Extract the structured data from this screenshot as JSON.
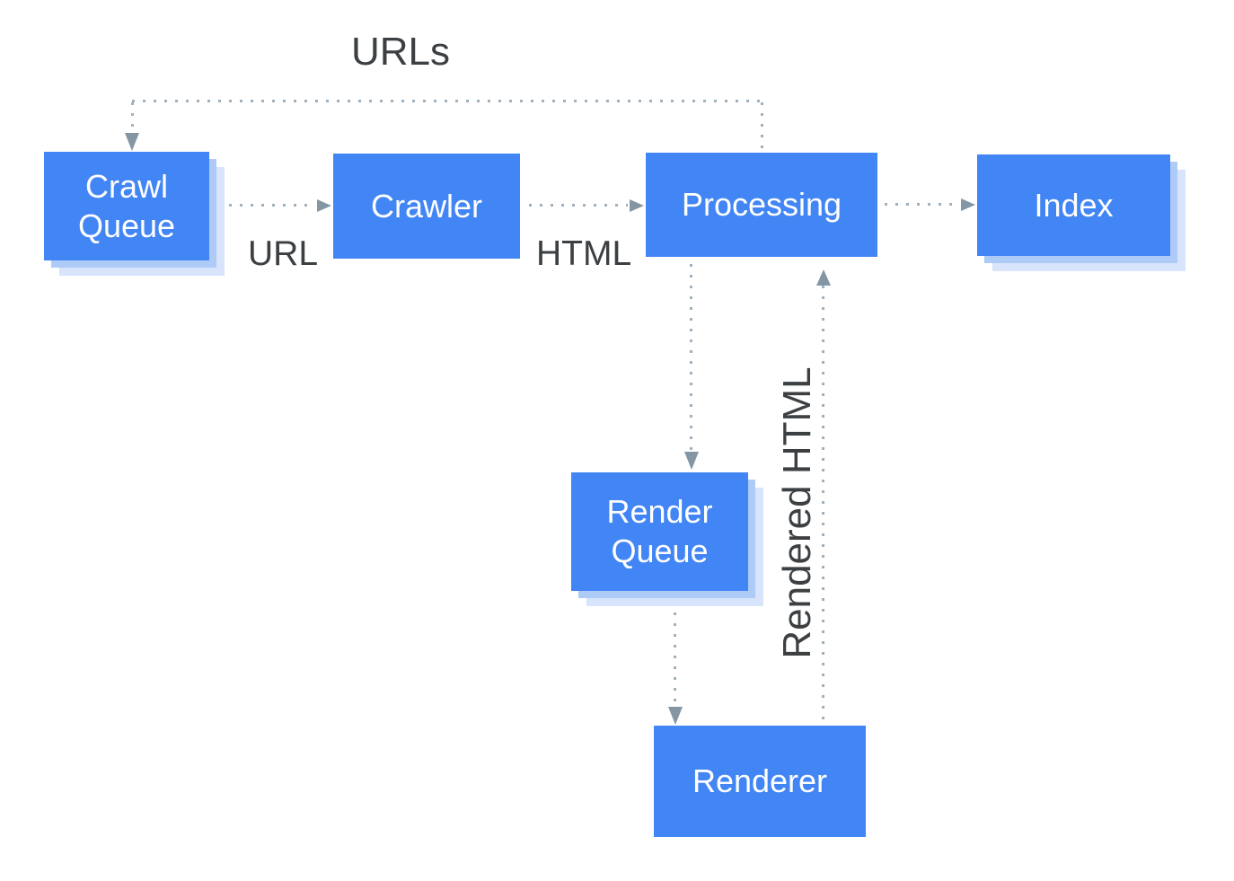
{
  "diagram": {
    "nodes": {
      "crawl_queue": {
        "label": "Crawl Queue"
      },
      "crawler": {
        "label": "Crawler"
      },
      "processing": {
        "label": "Processing"
      },
      "index": {
        "label": "Index"
      },
      "render_queue": {
        "label": "Render Queue"
      },
      "renderer": {
        "label": "Renderer"
      }
    },
    "edge_labels": {
      "urls": "URLs",
      "url": "URL",
      "html": "HTML",
      "rendered_html": "Rendered HTML"
    },
    "colors": {
      "node_fill": "#4285f4",
      "node_text": "#ffffff",
      "shadow_inner": "#aecbf7",
      "shadow_outer": "#d7e4fc",
      "label_text": "#3c4043",
      "dot": "#9fb1be",
      "arrow": "#8496a4",
      "background": "#ffffff"
    }
  }
}
